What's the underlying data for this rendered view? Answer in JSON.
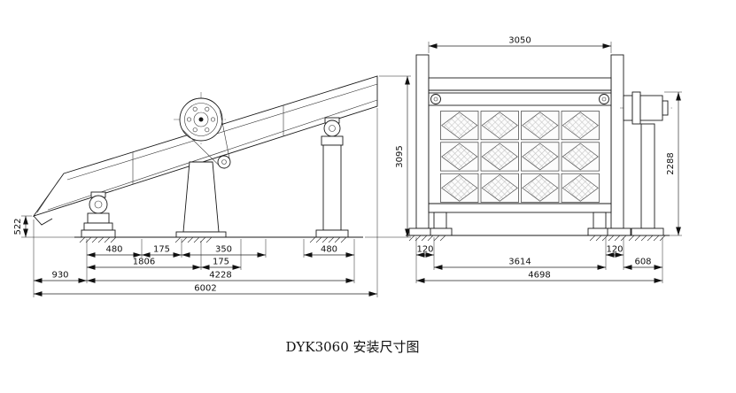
{
  "caption": "DYK3060 安装尺寸图",
  "colors": {
    "line": "#1a1a1a",
    "background": "#ffffff"
  },
  "side_view": {
    "dim_total_length": "6002",
    "dim_support_span": "4228",
    "dim_left_overhang": "930",
    "dim_front_to_mid_support": "1806",
    "dim_mid_offset": "175",
    "dim_front_pad": "480",
    "dim_pad_gap": "175",
    "dim_mid_block": "350",
    "dim_rear_pad": "480",
    "dim_total_height": "3095",
    "dim_discharge_height": "522"
  },
  "end_view": {
    "dim_screen_width": "3050",
    "dim_motor_height": "2288",
    "dim_left_foot_offset": "120",
    "dim_right_foot_offset": "120",
    "dim_foot_span": "3614",
    "dim_motor_offset": "608",
    "dim_total_width": "4698"
  }
}
